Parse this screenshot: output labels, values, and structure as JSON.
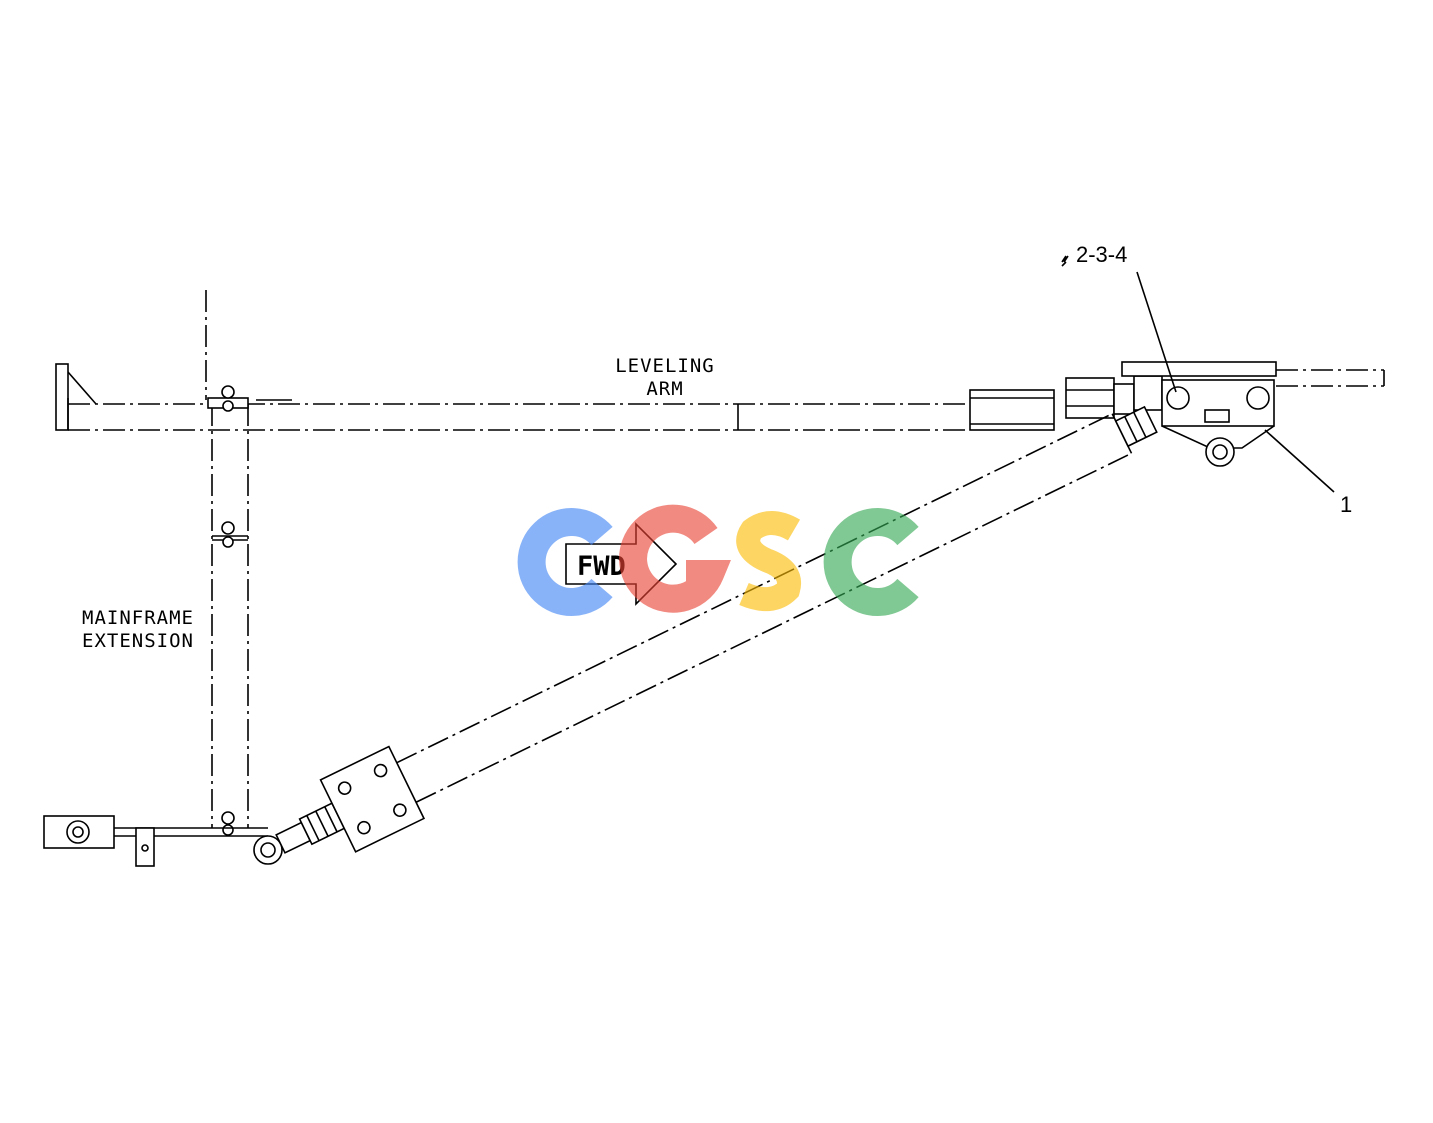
{
  "labels": {
    "leveling_arm_line1": "LEVELING",
    "leveling_arm_line2": "ARM",
    "mainframe_line1": "MAINFRAME",
    "mainframe_line2": "EXTENSION",
    "callout_234": "2-3-4",
    "callout_1": "1",
    "fwd": "FWD"
  },
  "watermark": {
    "text": "CGSC",
    "colors": [
      "#4285F4",
      "#EA4335",
      "#FBBC05",
      "#34A853"
    ]
  }
}
